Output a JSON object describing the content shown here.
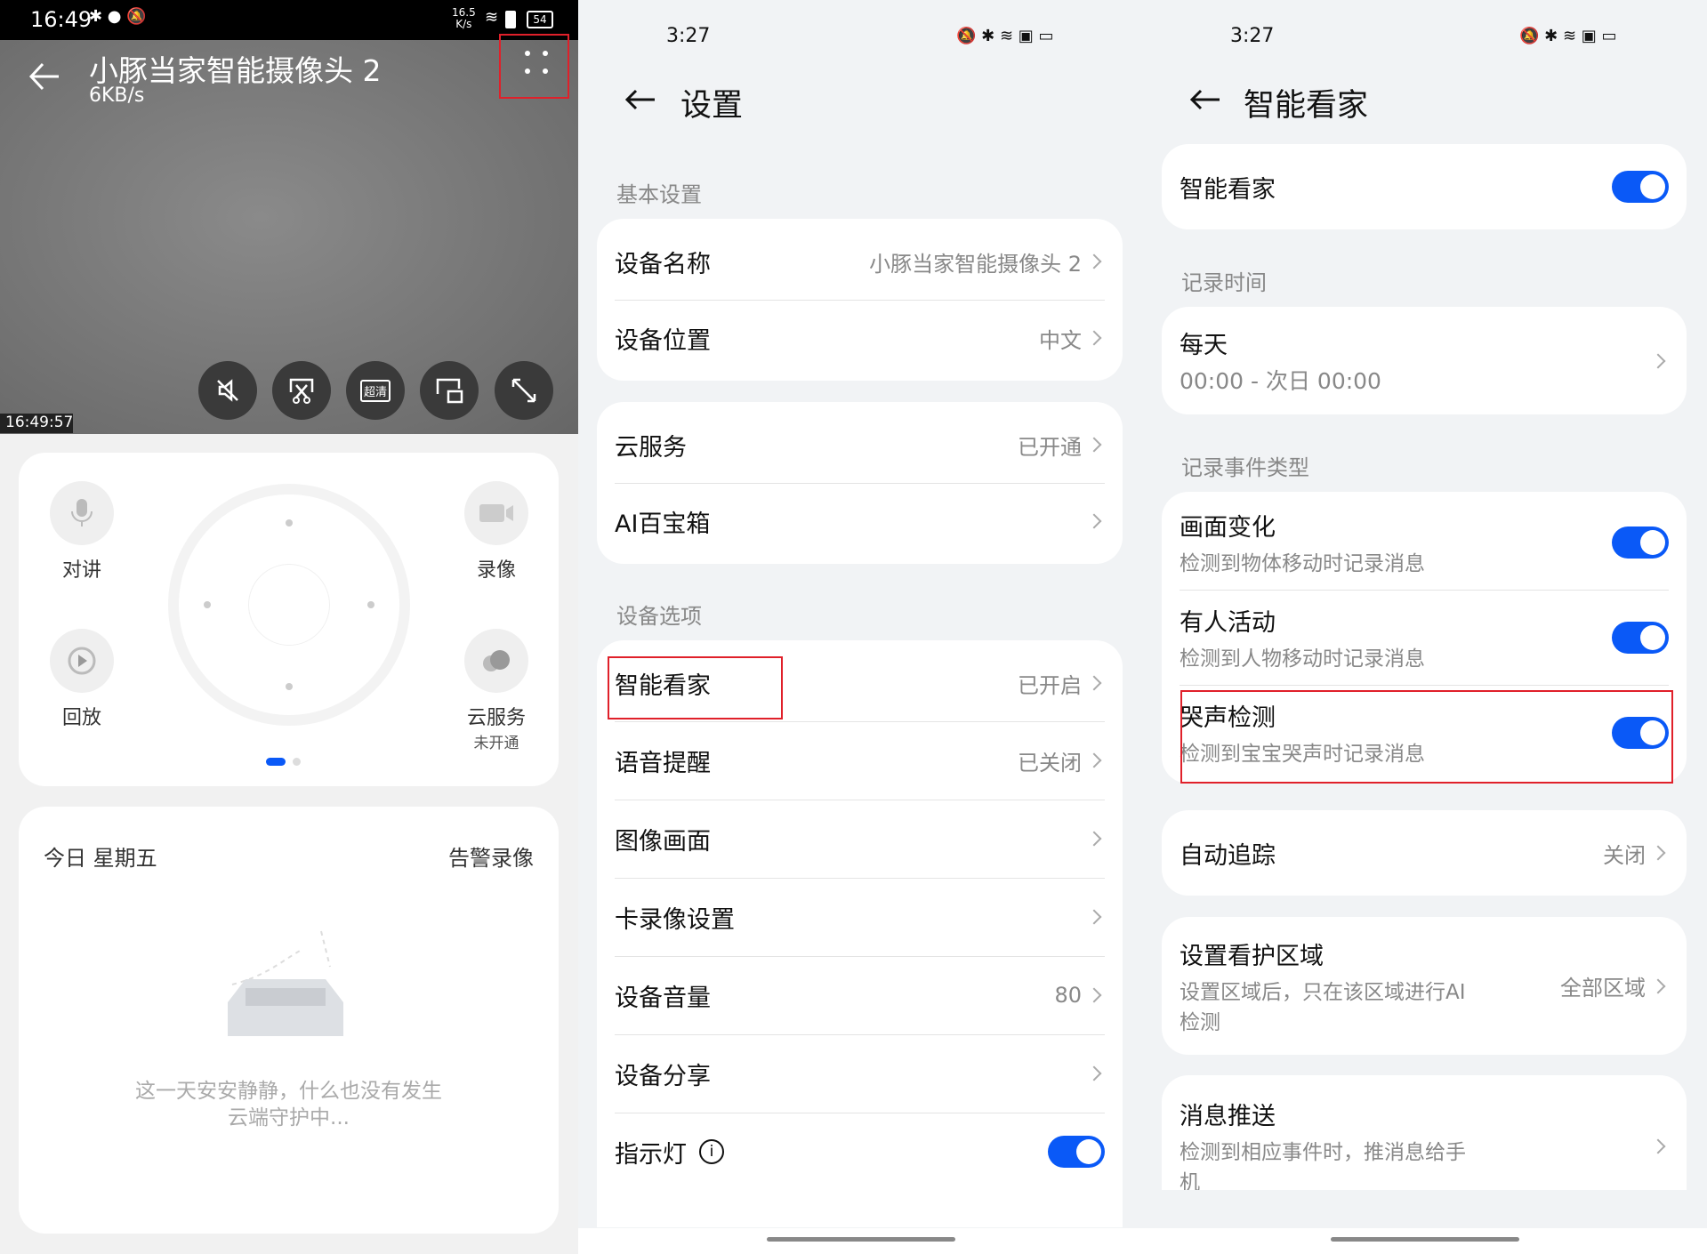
{
  "panel1": {
    "status": {
      "time": "16:49",
      "net_speed": "16.5",
      "net_unit": "K/s",
      "battery": "54"
    },
    "title": "小豚当家智能摄像头 2",
    "subtitle": "6KB/s",
    "timestamp": "16:49:57",
    "video_buttons": [
      {
        "icon": "mute-icon"
      },
      {
        "icon": "screenshot-icon"
      },
      {
        "icon": "quality-icon",
        "label": "超清"
      },
      {
        "icon": "pip-icon"
      },
      {
        "icon": "fullscreen-icon"
      }
    ],
    "controls": {
      "talk": "对讲",
      "record": "录像",
      "playback": "回放",
      "cloud": "云服务",
      "cloud_sub": "未开通"
    },
    "timeline": {
      "date": "今日 星期五",
      "alarm": "告警录像",
      "empty1": "这一天安安静静，什么也没有发生",
      "empty2": "云端守护中..."
    }
  },
  "panel2": {
    "status_time": "3:27",
    "title": "设置",
    "section1": "基本设置",
    "card1": [
      {
        "label": "设备名称",
        "value": "小豚当家智能摄像头 2"
      },
      {
        "label": "设备位置",
        "value": "中文"
      }
    ],
    "card2": [
      {
        "label": "云服务",
        "value": "已开通"
      },
      {
        "label": "AI百宝箱",
        "value": ""
      }
    ],
    "section2": "设备选项",
    "card3": [
      {
        "label": "智能看家",
        "value": "已开启"
      },
      {
        "label": "语音提醒",
        "value": "已关闭"
      },
      {
        "label": "图像画面",
        "value": ""
      },
      {
        "label": "卡录像设置",
        "value": ""
      },
      {
        "label": "设备音量",
        "value": "80"
      },
      {
        "label": "设备分享",
        "value": ""
      },
      {
        "label": "指示灯",
        "toggle": true
      }
    ]
  },
  "panel3": {
    "status_time": "3:27",
    "title": "智能看家",
    "main_toggle": "智能看家",
    "section1": "记录时间",
    "schedule": {
      "label": "每天",
      "value": "00:00 - 次日 00:00"
    },
    "section2": "记录事件类型",
    "events": [
      {
        "label": "画面变化",
        "sub": "检测到物体移动时记录消息",
        "on": true
      },
      {
        "label": "有人活动",
        "sub": "检测到人物移动时记录消息",
        "on": true
      },
      {
        "label": "哭声检测",
        "sub": "检测到宝宝哭声时记录消息",
        "on": true
      }
    ],
    "tracking": {
      "label": "自动追踪",
      "value": "关闭"
    },
    "zone": {
      "label": "设置看护区域",
      "sub": "设置区域后，只在该区域进行AI检测",
      "value": "全部区域"
    },
    "push": {
      "label": "消息推送",
      "sub": "检测到相应事件时，推消息给手机"
    }
  },
  "colors": {
    "accent": "#0a59f7",
    "highlight": "#e0202a"
  }
}
